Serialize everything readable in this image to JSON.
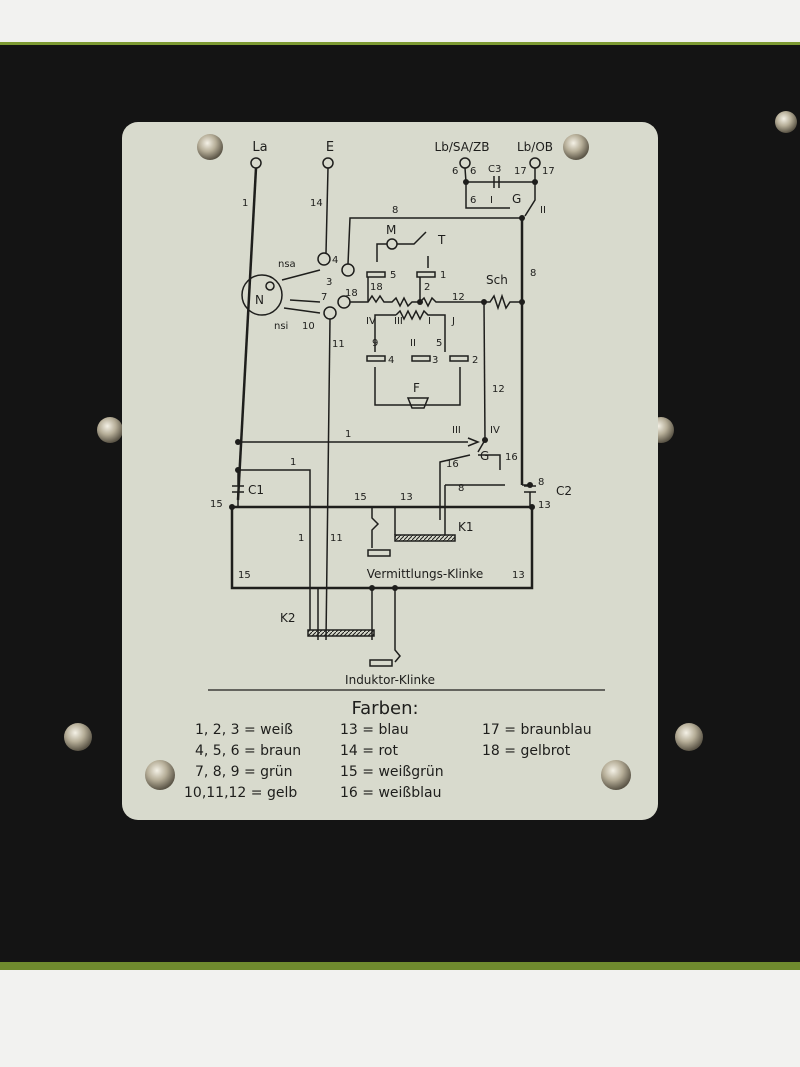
{
  "colors": {
    "panel": "#141414",
    "plate": "#d8dacd",
    "ink": "#1e1e1c",
    "panel_edge": "#8fae3a"
  },
  "terminals": {
    "la": "La",
    "e": "E",
    "lb_sa_zb": "Lb/SA/ZB",
    "lb_ob": "Lb/OB"
  },
  "diagram": {
    "labels": [
      "1",
      "14",
      "8",
      "M",
      "T",
      "nsa",
      "4",
      "3",
      "5",
      "1",
      "Sch",
      "8",
      "18",
      "7",
      "18",
      "2",
      "12",
      "nsi",
      "10",
      "11",
      "IV",
      "III",
      "I",
      "J",
      "9",
      "II",
      "5",
      "4",
      "3",
      "2",
      "F",
      "12",
      "III",
      "IV",
      "1",
      "G",
      "16",
      "1",
      "16",
      "8",
      "C1",
      "15",
      "15",
      "13",
      "C2",
      "8",
      "13",
      "K1",
      "1",
      "11",
      "15",
      "13",
      "K2",
      "6",
      "6",
      "C3",
      "17",
      "17",
      "6",
      "I",
      "G",
      "II",
      "N"
    ],
    "vermittlungs_klinke": "Vermittlungs-Klinke",
    "induktor_klinke": "Induktor-Klinke"
  },
  "legend": {
    "title": "Farben:",
    "entries": [
      "1, 2, 3 = weiß",
      "4, 5, 6 = braun",
      "7, 8, 9 = grün",
      "10,11,12 = gelb",
      "13 = blau",
      "14 = rot",
      "15 = weißgrün",
      "16 = weißblau",
      "17 = braunblau",
      "18 = gelbrot"
    ]
  }
}
